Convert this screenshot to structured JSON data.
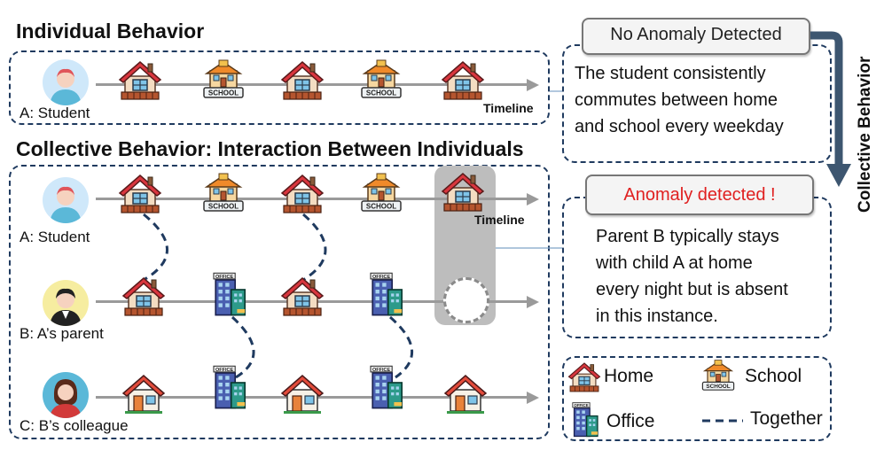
{
  "individual": {
    "title": "Individual  Behavior",
    "person_label": "A: Student",
    "timeline_label": "Timeline"
  },
  "collective": {
    "title": "Collective Behavior: Interaction Between Individuals",
    "timeline_label": "Timeline",
    "persons": [
      {
        "label": "A:  Student",
        "icons": [
          "home-icon",
          "school-icon",
          "home-icon",
          "school-icon",
          "home-icon"
        ]
      },
      {
        "label": "B:  A’s parent",
        "icons": [
          "home-icon",
          "office-icon",
          "home-icon",
          "office-icon",
          "missing"
        ]
      },
      {
        "label": "C: B’s colleague",
        "icons": [
          "home-icon",
          "office-icon",
          "home-icon",
          "office-icon",
          "home-icon"
        ]
      }
    ]
  },
  "callouts": {
    "no_anomaly": "No Anomaly Detected",
    "no_anomaly_text": [
      "The student consistently",
      "commutes between home",
      "and school every weekday"
    ],
    "anomaly": "Anomaly detected !",
    "anomaly_text": [
      "Parent B typically stays",
      "with child A at home",
      "every night but is absent",
      "in this instance."
    ],
    "side_label": "Collective Behavior"
  },
  "legend": {
    "home": "Home",
    "school": "School",
    "office": "Office",
    "together": "Together"
  },
  "colors": {
    "dash_border": "#1f3a5f",
    "anomaly_red": "#e02020",
    "highlight_gray": "#bdbdbd",
    "timeline": "#9a9a9a"
  }
}
